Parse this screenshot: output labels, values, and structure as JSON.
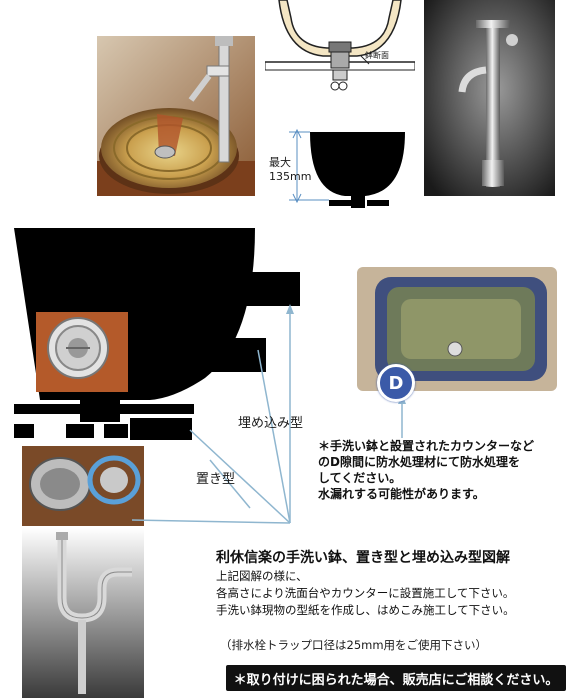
{
  "diagram": {
    "cross_section_label": "鉢断面",
    "max_height_label": "最大",
    "max_height_value": "135mm",
    "embedded_type_label": "埋め込み型",
    "placed_type_label": "置き型",
    "badge_letter": "D"
  },
  "notes": {
    "waterproof_line1": "＊手洗い鉢と設置されたカウンターなど",
    "waterproof_line2": "のD隙間に防水処理材にて防水処理を",
    "waterproof_line3": "してください。",
    "waterproof_line4": "水漏れする可能性があります。"
  },
  "explanation": {
    "title": "利休信楽の手洗い鉢、置き型と埋め込み型図解",
    "line1": "上記図解の様に、",
    "line2": "各高さにより洗面台やカウンターに設置施工して下さい。",
    "line3": "手洗い鉢現物の型紙を作成し、はめこみ施工して下さい。",
    "trap_note": "（排水栓トラップ口径は25mm用をご使用下さい）",
    "footer": "＊取り付けに困られた場合、販売店にご相談ください。"
  },
  "colors": {
    "black": "#000000",
    "badge_blue": "#3b5aa8",
    "arrow": "#8fb6cf",
    "cream": "#f4e6c4"
  }
}
